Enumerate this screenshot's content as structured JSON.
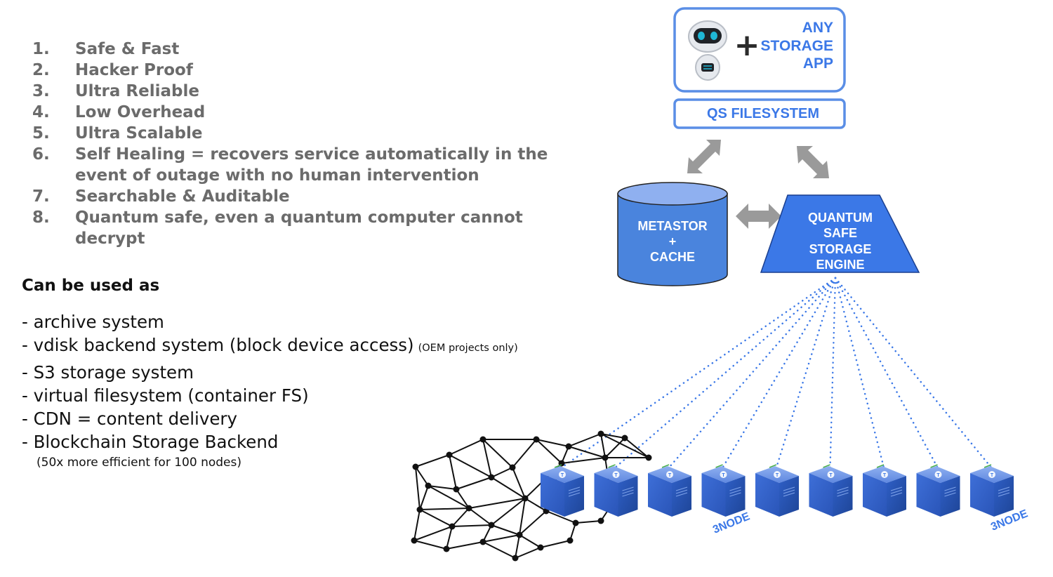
{
  "features": [
    {
      "num": "1.",
      "text": "Safe & Fast"
    },
    {
      "num": "2.",
      "text": "Hacker Proof"
    },
    {
      "num": "3.",
      "text": "Ultra Reliable"
    },
    {
      "num": "4.",
      "text": "Low Overhead"
    },
    {
      "num": "5.",
      "text": "Ultra Scalable"
    },
    {
      "num": "6.",
      "text": "Self Healing = recovers service automatically in the event of outage with no human intervention"
    },
    {
      "num": "7.",
      "text": "Searchable & Auditable"
    },
    {
      "num": "8.",
      "text": "Quantum safe, even a quantum computer cannot decrypt"
    }
  ],
  "uses": {
    "title": "Can be used as",
    "items": [
      {
        "text": "- archive system",
        "note": ""
      },
      {
        "text": "- vdisk backend system (block device access)",
        "note": "(OEM projects only)"
      },
      {
        "text": "- S3 storage system",
        "note": ""
      },
      {
        "text": "- virtual filesystem (container FS)",
        "note": ""
      },
      {
        "text": "- CDN = content delivery",
        "note": ""
      },
      {
        "text": "- Blockchain Storage Backend",
        "note": ""
      }
    ],
    "footnote": "(50x more efficient for 100 nodes)"
  },
  "diagram": {
    "app_box": {
      "line1": "ANY",
      "line2": "STORAGE",
      "line3": "APP",
      "plus": "+",
      "icon": "robot-icon"
    },
    "filesystem": "QS FILESYSTEM",
    "metastor": {
      "line1": "METASTOR",
      "line2": "+",
      "line3": "CACHE"
    },
    "engine": {
      "line1": "QUANTUM",
      "line2": "SAFE",
      "line3": "STORAGE",
      "line4": "ENGINE"
    },
    "node_label": "3NODE",
    "node_label_2": "3NODE",
    "node_count": 9,
    "node_icon": "server-node-icon",
    "mesh_icon": "network-mesh-icon",
    "colors": {
      "accent_blue": "#3b78e7",
      "box_border": "#5a8ee6",
      "cylinder": "#4a84dd",
      "arrow_gray": "#9a9a9a",
      "feature_text": "#6b6b6b"
    }
  }
}
